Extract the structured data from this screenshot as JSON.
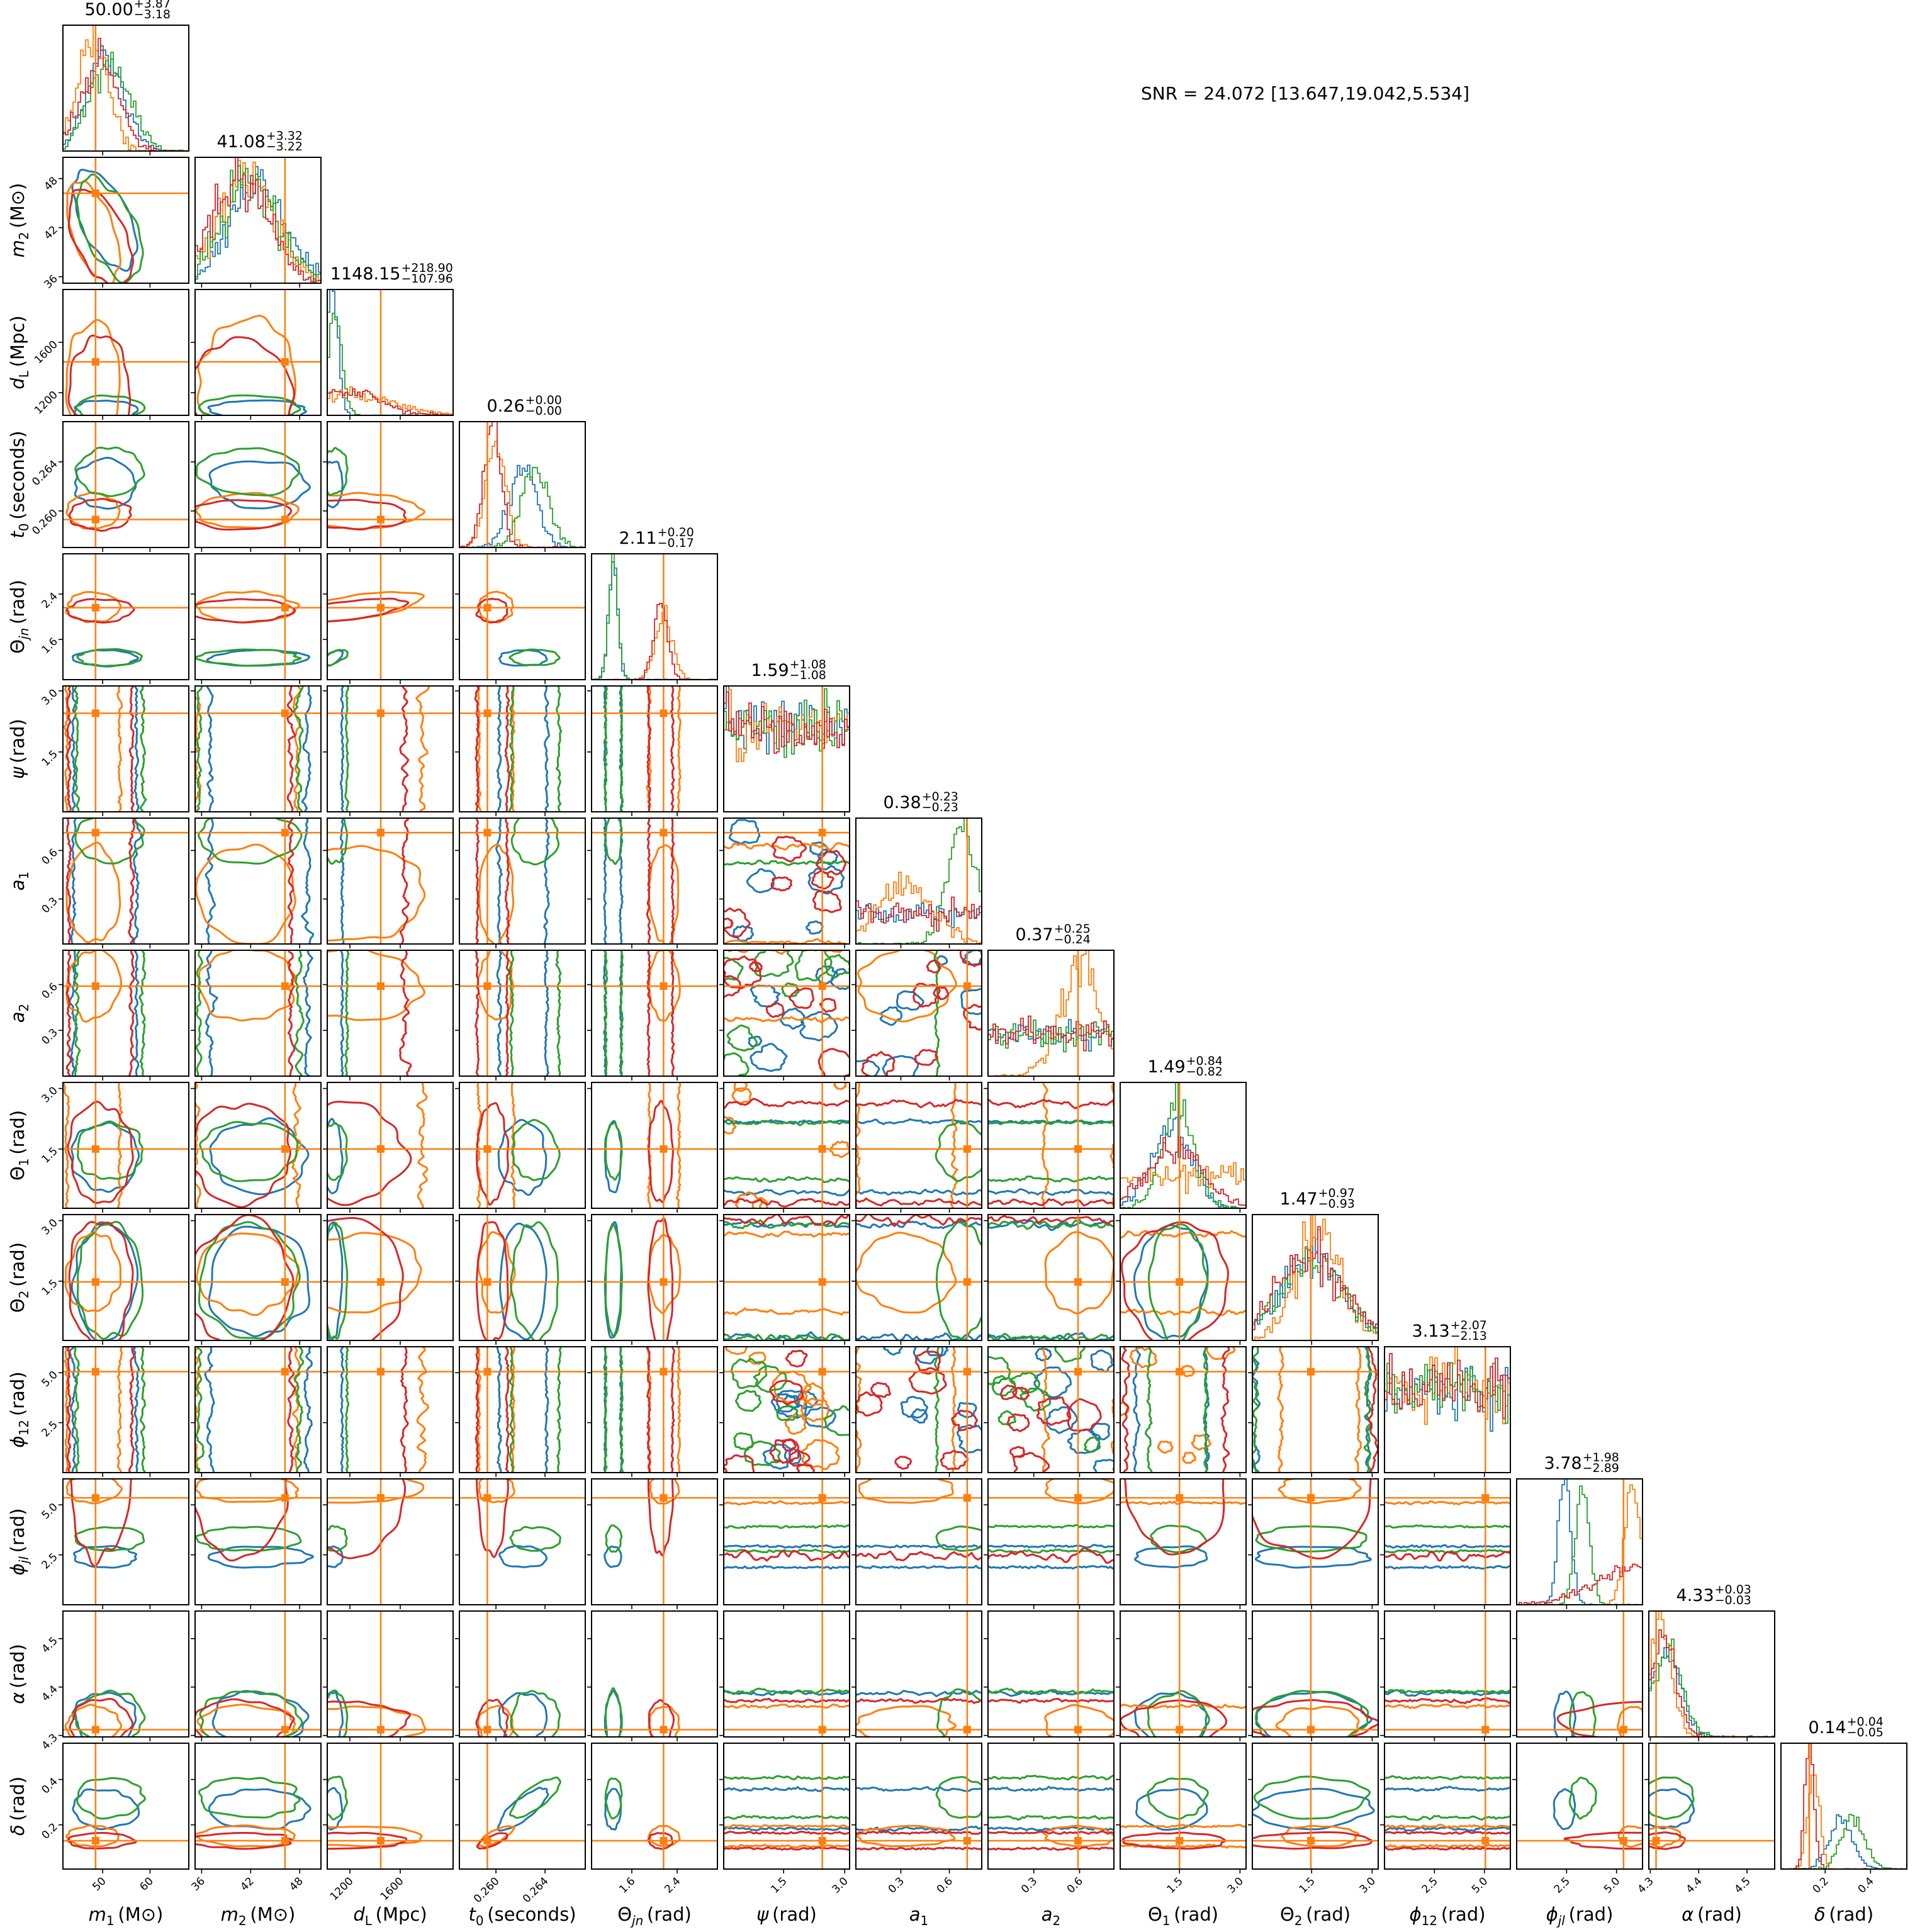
{
  "snr_text": "SNR = 24.072 [13.647,19.042,5.534]",
  "colors": {
    "series": [
      "#1f77b4",
      "#ff7f0e",
      "#2ca02c",
      "#d62728"
    ],
    "truth": "#ff7f0e",
    "frame": "#000000"
  },
  "chart_data": {
    "type": "corner",
    "title": "",
    "series_names": [
      "blue",
      "orange",
      "green",
      "red"
    ],
    "correlations": [
      {
        "x": "m1",
        "y": "m2",
        "rho": -0.55
      },
      {
        "x": "dL",
        "y": "theta_jn",
        "rho": 0.6
      },
      {
        "x": "t0",
        "y": "delta",
        "rho": 0.75
      }
    ],
    "params": [
      {
        "key": "m1",
        "sym": "m",
        "sub": "1",
        "italic": true,
        "unit": "(M⊙)",
        "range": [
          41.6,
          68.2
        ],
        "ticks": [
          50,
          60
        ],
        "tick_labels": [
          "50",
          "60"
        ],
        "truth": 48.5,
        "title": {
          "median": "50.00",
          "plus": "+3.87",
          "minus": "−3.18"
        },
        "series": [
          {
            "mean": 50.5,
            "sd": 3.8
          },
          {
            "mean": 48.0,
            "sd": 3.2
          },
          {
            "mean": 51.5,
            "sd": 4.0
          },
          {
            "mean": 49.5,
            "sd": 3.8
          }
        ]
      },
      {
        "key": "m2",
        "sym": "m",
        "sub": "2",
        "italic": true,
        "unit": "(M⊙)",
        "range": [
          35.2,
          50.6
        ],
        "ticks": [
          36,
          42,
          48
        ],
        "tick_labels": [
          "36",
          "42",
          "48"
        ],
        "truth": 46.2,
        "title": {
          "median": "41.08",
          "plus": "+3.32",
          "minus": "−3.22"
        },
        "series": [
          {
            "mean": 43.0,
            "sd": 3.4
          },
          {
            "mean": 41.5,
            "sd": 3.5
          },
          {
            "mean": 41.8,
            "sd": 3.5
          },
          {
            "mean": 40.8,
            "sd": 3.5
          }
        ]
      },
      {
        "key": "dL",
        "sym": "d",
        "sub": "L",
        "italic": true,
        "unit": "(Mpc)",
        "range": [
          1020,
          2020
        ],
        "ticks": [
          1200,
          1600
        ],
        "tick_labels": [
          "1200",
          "1600"
        ],
        "truth": 1445,
        "title": {
          "median": "1148.15",
          "plus": "+218.90",
          "minus": "−107.96"
        },
        "series": [
          {
            "mean": 1060,
            "sd": 45
          },
          {
            "mean": 1250,
            "sd": 300
          },
          {
            "mean": 1080,
            "sd": 55
          },
          {
            "mean": 1180,
            "sd": 260
          }
        ]
      },
      {
        "key": "t0",
        "sym": "t",
        "sub": "0",
        "italic": true,
        "unit": "(seconds)",
        "range": [
          0.25702,
          0.26728
        ],
        "ticks": [
          0.26,
          0.264
        ],
        "tick_labels": [
          "0.260",
          "0.264"
        ],
        "truth": 0.2593,
        "title": {
          "median": "0.26",
          "plus": "+0.00",
          "minus": "−0.00"
        },
        "series": [
          {
            "mean": 0.2622,
            "sd": 0.0011
          },
          {
            "mean": 0.26,
            "sd": 0.0008
          },
          {
            "mean": 0.2632,
            "sd": 0.0011
          },
          {
            "mean": 0.2597,
            "sd": 0.0007
          }
        ]
      },
      {
        "key": "theta_jn",
        "sym": "Θ",
        "sub": "jn",
        "italic": false,
        "unit": "(rad)",
        "range": [
          0.89,
          3.11
        ],
        "ticks": [
          1.6,
          2.4
        ],
        "tick_labels": [
          "1.6",
          "2.4"
        ],
        "truth": 2.16,
        "title": {
          "median": "2.11",
          "plus": "+0.20",
          "minus": "−0.17"
        },
        "series": [
          {
            "mean": 1.27,
            "sd": 0.08
          },
          {
            "mean": 2.17,
            "sd": 0.15
          },
          {
            "mean": 1.28,
            "sd": 0.08
          },
          {
            "mean": 2.11,
            "sd": 0.12
          }
        ]
      },
      {
        "key": "psi",
        "sym": "ψ",
        "sub": "",
        "italic": true,
        "unit": "(rad)",
        "range": [
          0.03,
          3.12
        ],
        "ticks": [
          1.5,
          3.0
        ],
        "tick_labels": [
          "1.5",
          "3.0"
        ],
        "truth": 2.45,
        "title": {
          "median": "1.59",
          "plus": "+1.08",
          "minus": "−1.08"
        },
        "series": [
          {
            "uniform": true
          },
          {
            "uniform": true
          },
          {
            "uniform": true
          },
          {
            "uniform": true
          }
        ]
      },
      {
        "key": "a1",
        "sym": "a",
        "sub": "1",
        "italic": true,
        "unit": "",
        "range": [
          0.022,
          0.8
        ],
        "ticks": [
          0.3,
          0.6
        ],
        "tick_labels": [
          "0.3",
          "0.6"
        ],
        "truth": 0.71,
        "title": {
          "median": "0.38",
          "plus": "+0.23",
          "minus": "−0.23"
        },
        "series": [
          {
            "uniform": true
          },
          {
            "mean": 0.33,
            "sd": 0.17
          },
          {
            "mean": 0.68,
            "sd": 0.09
          },
          {
            "uniform": true
          }
        ]
      },
      {
        "key": "a2",
        "sym": "a",
        "sub": "2",
        "italic": true,
        "unit": "",
        "range": [
          0.0,
          0.825
        ],
        "ticks": [
          0.3,
          0.6
        ],
        "tick_labels": [
          "0.3",
          "0.6"
        ],
        "truth": 0.59,
        "title": {
          "median": "0.37",
          "plus": "+0.25",
          "minus": "−0.24"
        },
        "series": [
          {
            "uniform": true
          },
          {
            "mean": 0.6,
            "sd": 0.13
          },
          {
            "uniform": true
          },
          {
            "uniform": true
          }
        ]
      },
      {
        "key": "theta_1",
        "sym": "Θ",
        "sub": "1",
        "italic": false,
        "unit": "(rad)",
        "range": [
          0.03,
          3.15
        ],
        "ticks": [
          1.5,
          3.0
        ],
        "tick_labels": [
          "1.5",
          "3.0"
        ],
        "truth": 1.5,
        "title": {
          "median": "1.49",
          "plus": "+0.84",
          "minus": "−0.82"
        },
        "series": [
          {
            "mean": 1.3,
            "sd": 0.5
          },
          {
            "uniform": true
          },
          {
            "mean": 1.45,
            "sd": 0.4
          },
          {
            "mean": 1.4,
            "sd": 0.7
          }
        ]
      },
      {
        "key": "theta_2",
        "sym": "Θ",
        "sub": "2",
        "italic": false,
        "unit": "(rad)",
        "range": [
          0.03,
          3.15
        ],
        "ticks": [
          1.5,
          3.0
        ],
        "tick_labels": [
          "1.5",
          "3.0"
        ],
        "truth": 1.48,
        "title": {
          "median": "1.47",
          "plus": "+0.97",
          "minus": "−0.93"
        },
        "series": [
          {
            "mean": 1.5,
            "sd": 0.8
          },
          {
            "mean": 1.7,
            "sd": 0.55
          },
          {
            "mean": 1.5,
            "sd": 0.8
          },
          {
            "mean": 1.45,
            "sd": 0.9
          }
        ]
      },
      {
        "key": "phi_12",
        "sym": "ϕ",
        "sub": "12",
        "italic": true,
        "unit": "(rad)",
        "range": [
          0.0,
          6.3
        ],
        "ticks": [
          2.5,
          5.0
        ],
        "tick_labels": [
          "2.5",
          "5.0"
        ],
        "truth": 5.05,
        "title": {
          "median": "3.13",
          "plus": "+2.07",
          "minus": "−2.13"
        },
        "series": [
          {
            "uniform": true
          },
          {
            "uniform": true
          },
          {
            "uniform": true
          },
          {
            "uniform": true
          }
        ]
      },
      {
        "key": "phi_jl",
        "sym": "ϕ",
        "sub": "jl",
        "italic": true,
        "unit": "(rad)",
        "range": [
          0.0,
          6.3
        ],
        "ticks": [
          2.5,
          5.0
        ],
        "tick_labels": [
          "2.5",
          "5.0"
        ],
        "truth": 5.35,
        "title": {
          "median": "3.78",
          "plus": "+1.98",
          "minus": "−2.89"
        },
        "series": [
          {
            "mean": 2.4,
            "sd": 0.3
          },
          {
            "mean": 5.8,
            "sd": 0.4
          },
          {
            "mean": 3.3,
            "sd": 0.35
          },
          {
            "mean": 6.3,
            "sd": 2.2
          }
        ]
      },
      {
        "key": "alpha",
        "sym": "α",
        "sub": "",
        "italic": true,
        "unit": "(rad)",
        "range": [
          4.297,
          4.557
        ],
        "ticks": [
          4.3,
          4.4,
          4.5
        ],
        "tick_labels": [
          "4.3",
          "4.4",
          "4.5"
        ],
        "truth": 4.312,
        "title": {
          "median": "4.33",
          "plus": "+0.03",
          "minus": "−0.03"
        },
        "series": [
          {
            "mean": 4.335,
            "sd": 0.03
          },
          {
            "mean": 4.322,
            "sd": 0.022
          },
          {
            "mean": 4.335,
            "sd": 0.032
          },
          {
            "mean": 4.328,
            "sd": 0.025
          }
        ]
      },
      {
        "key": "delta",
        "sym": "δ",
        "sub": "",
        "italic": true,
        "unit": "(rad)",
        "range": [
          0.005,
          0.56
        ],
        "ticks": [
          0.2,
          0.4
        ],
        "tick_labels": [
          "0.2",
          "0.4"
        ],
        "truth": 0.13,
        "title": {
          "median": "0.14",
          "plus": "+0.04",
          "minus": "−0.05"
        },
        "series": [
          {
            "mean": 0.27,
            "sd": 0.05
          },
          {
            "mean": 0.15,
            "sd": 0.025
          },
          {
            "mean": 0.32,
            "sd": 0.05
          },
          {
            "mean": 0.13,
            "sd": 0.02
          }
        ]
      }
    ]
  }
}
